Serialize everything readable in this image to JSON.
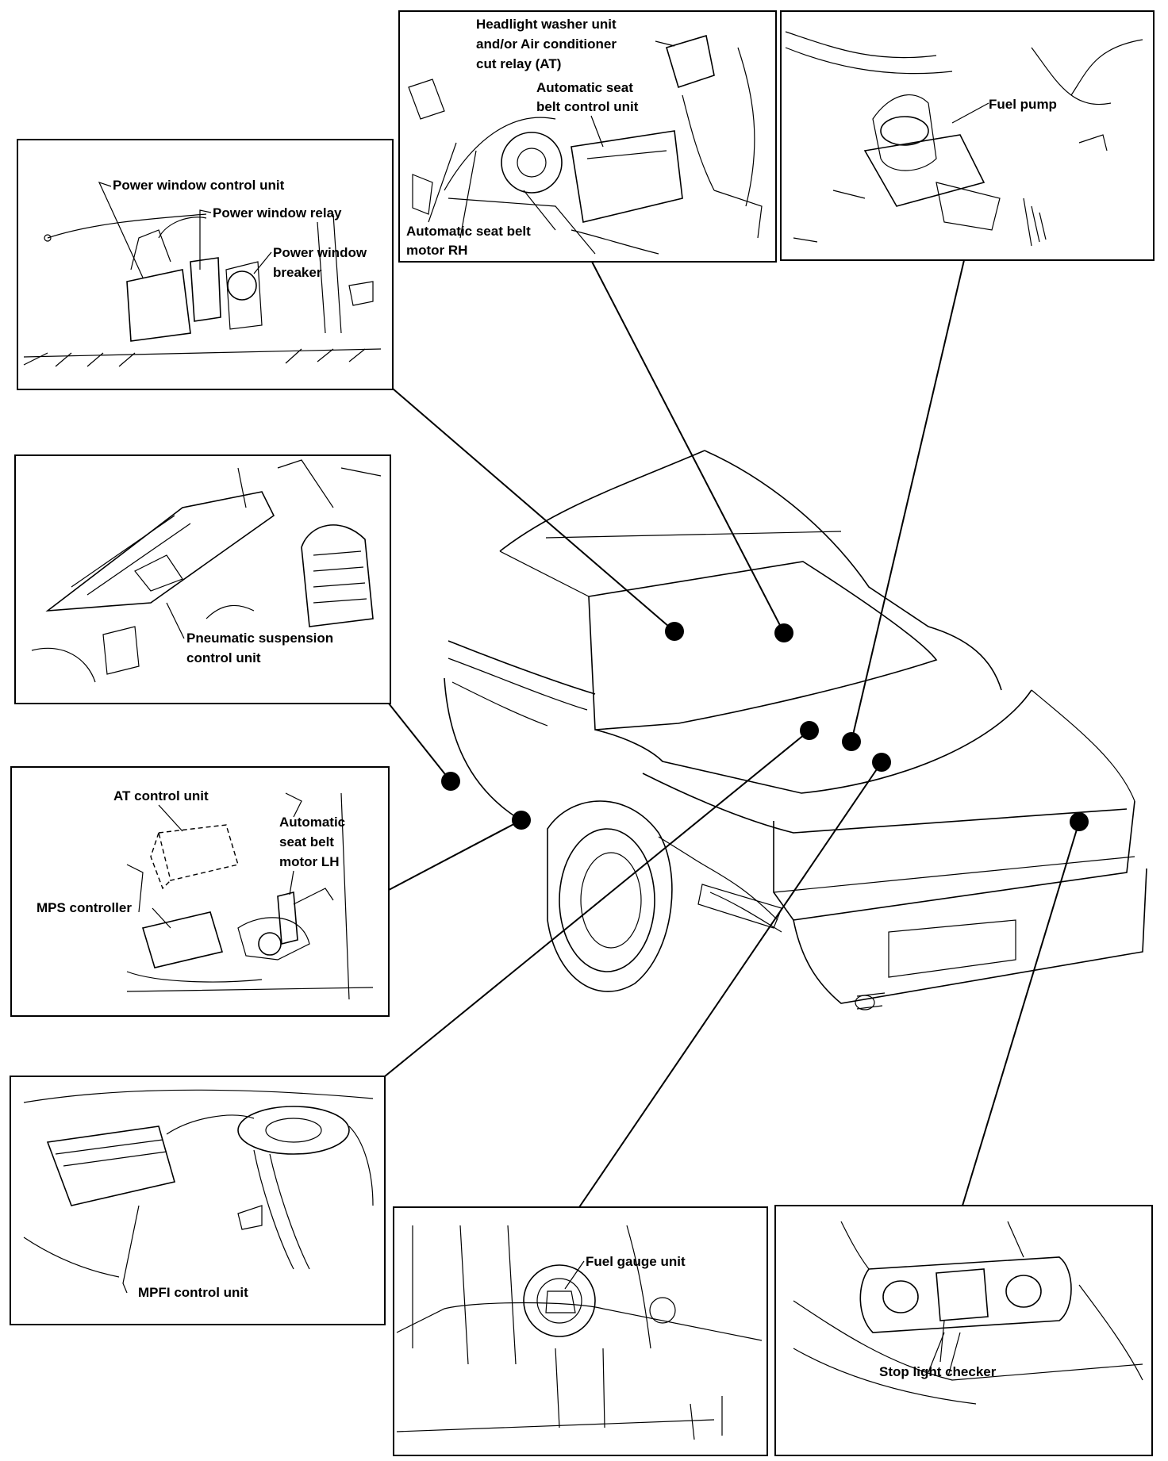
{
  "labels": {
    "headlight_washer_1": "Headlight washer unit",
    "headlight_washer_2": "and/or Air conditioner",
    "headlight_washer_3": "cut relay (AT)",
    "auto_seat_belt_cu_1": "Automatic seat",
    "auto_seat_belt_cu_2": "belt control unit",
    "auto_seat_belt_rh_1": "Automatic seat belt",
    "auto_seat_belt_rh_2": "motor RH",
    "fuel_pump": "Fuel pump",
    "pw_control_unit": "Power window control unit",
    "pw_relay": "Power window relay",
    "pw_breaker_1": "Power window",
    "pw_breaker_2": "breaker",
    "pneumatic_1": "Pneumatic suspension",
    "pneumatic_2": "control unit",
    "at_control_unit": "AT control unit",
    "auto_seat_belt_lh_1": "Automatic",
    "auto_seat_belt_lh_2": "seat belt",
    "auto_seat_belt_lh_3": "motor LH",
    "mps_controller": "MPS controller",
    "mpfi_control_unit": "MPFI control unit",
    "fuel_gauge_unit": "Fuel gauge unit",
    "stop_light_checker": "Stop light checker"
  }
}
